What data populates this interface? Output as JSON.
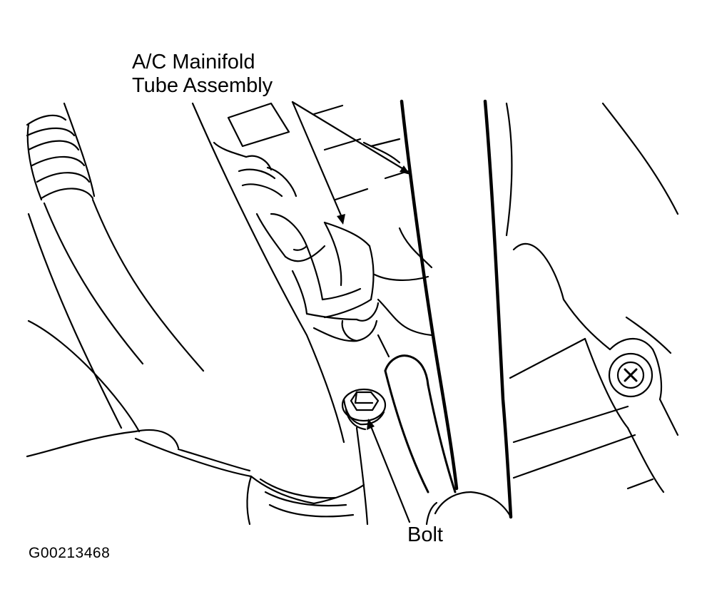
{
  "labels": {
    "manifold_line1": "A/C Mainifold",
    "manifold_line2": "Tube Assembly",
    "bolt": "Bolt"
  },
  "figure_id": "G00213468",
  "colors": {
    "ink": "#000000",
    "paper": "#ffffff"
  }
}
